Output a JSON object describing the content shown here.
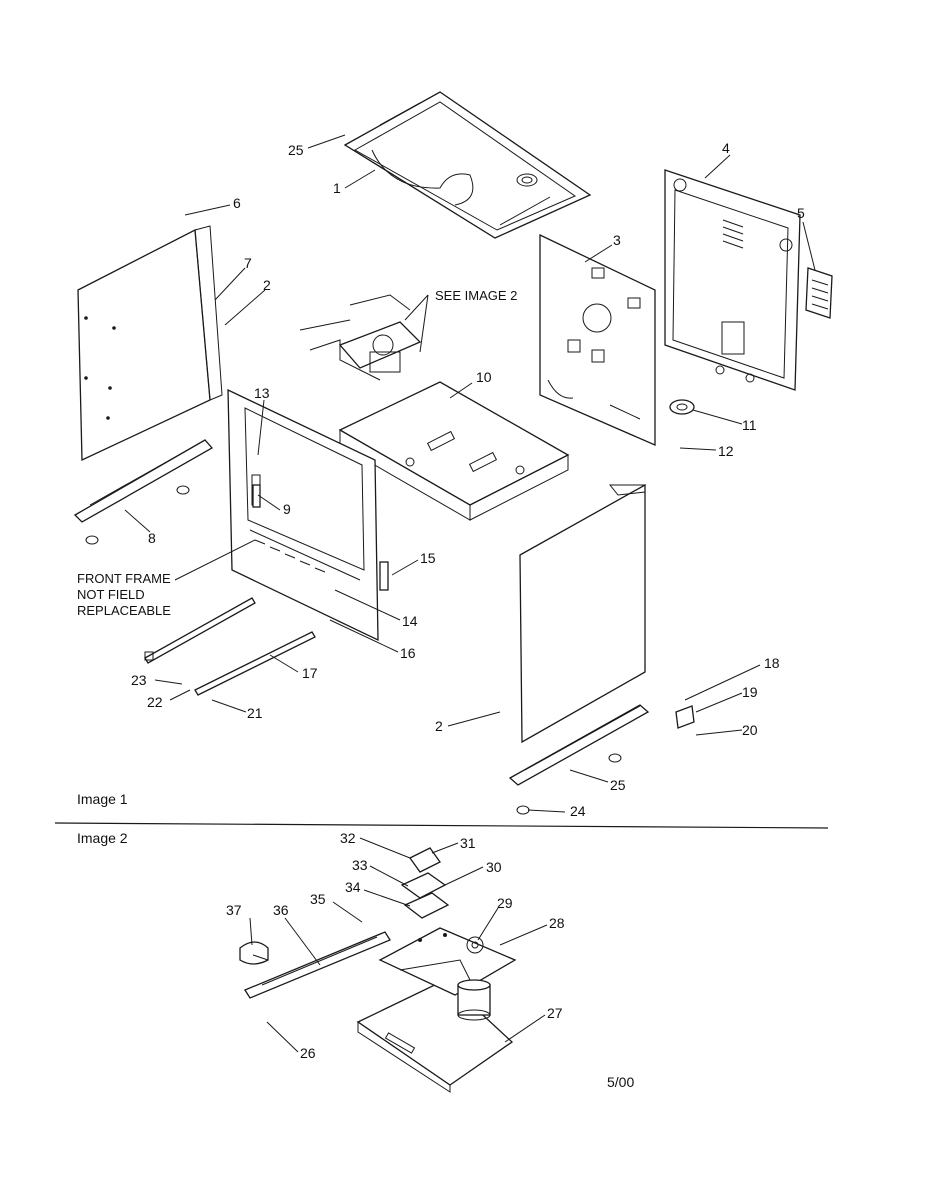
{
  "labels": {
    "p1": "1",
    "p2a": "2",
    "p2b": "2",
    "p3": "3",
    "p4": "4",
    "p5": "5",
    "p6": "6",
    "p7": "7",
    "p8": "8",
    "p9": "9",
    "p10": "10",
    "p11": "11",
    "p12": "12",
    "p13": "13",
    "p14": "14",
    "p15": "15",
    "p16": "16",
    "p17": "17",
    "p18": "18",
    "p19": "19",
    "p20": "20",
    "p21": "21",
    "p22": "22",
    "p23": "23",
    "p24": "24",
    "p25a": "25",
    "p25b": "25",
    "p26": "26",
    "p27": "27",
    "p28": "28",
    "p29": "29",
    "p30": "30",
    "p31": "31",
    "p32": "32",
    "p33": "33",
    "p34": "34",
    "p35": "35",
    "p36": "36",
    "p37": "37"
  },
  "notes": {
    "see_image": "SEE IMAGE 2",
    "front_frame_1": "FRONT FRAME",
    "front_frame_2": "NOT FIELD",
    "front_frame_3": "REPLACEABLE"
  },
  "sections": {
    "image1": "Image 1",
    "image2": "Image 2"
  },
  "date_code": "5/00"
}
